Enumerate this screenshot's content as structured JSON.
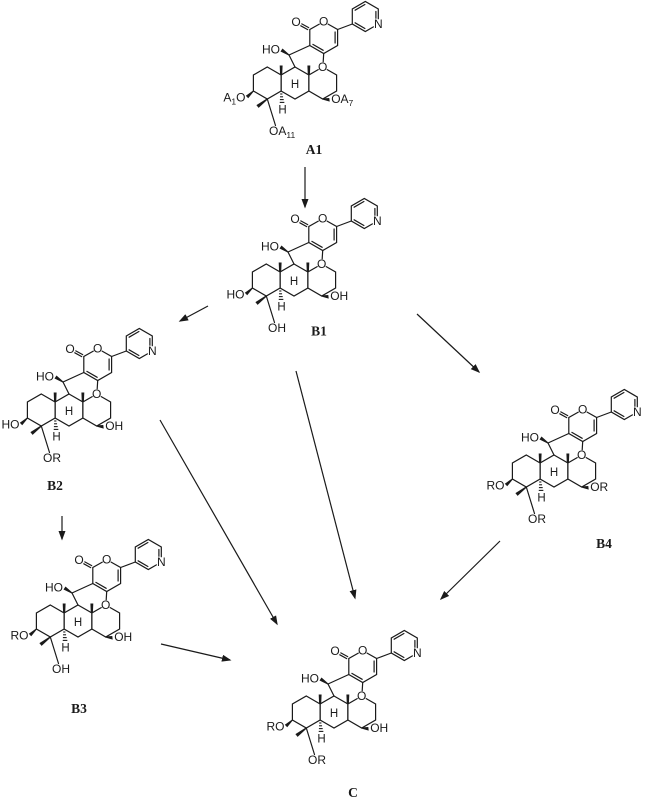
{
  "scheme": {
    "background": "#ffffff",
    "line_color": "#1a1a1a",
    "molecules": [
      {
        "id": "A1",
        "name": "A1",
        "substituents": {
          "top": "HO",
          "left": "A{1}O",
          "right": "OA{7}",
          "bottom": "OA{11}"
        }
      },
      {
        "id": "B1",
        "name": "B1",
        "substituents": {
          "top": "HO",
          "left": "HO",
          "right": "OH",
          "bottom": "OH"
        }
      },
      {
        "id": "B2",
        "name": "B2",
        "substituents": {
          "top": "HO",
          "left": "HO",
          "right": "OH",
          "bottom": "OR"
        }
      },
      {
        "id": "B3",
        "name": "B3",
        "substituents": {
          "top": "HO",
          "left": "RO",
          "right": "OH",
          "bottom": "OH"
        }
      },
      {
        "id": "B4",
        "name": "B4",
        "substituents": {
          "top": "HO",
          "left": "RO",
          "right": "OR",
          "bottom": "OR"
        }
      },
      {
        "id": "C",
        "name": "C",
        "substituents": {
          "top": "HO",
          "left": "RO",
          "right": "OH",
          "bottom": "OR"
        }
      }
    ],
    "atoms": {
      "pyranone_ring_oxygen": "O",
      "carbonyl_oxygen": "O",
      "pyran_oxygen": "O",
      "pyridine_nitrogen": "N",
      "ring_junction_h": "H",
      "c5_h": "H"
    },
    "arrows": [
      {
        "from": "A1",
        "to": "B1"
      },
      {
        "from": "B1",
        "to": "B2"
      },
      {
        "from": "B1",
        "to": "B4"
      },
      {
        "from": "B1",
        "to": "C"
      },
      {
        "from": "B2",
        "to": "B3"
      },
      {
        "from": "B2",
        "to": "C"
      },
      {
        "from": "B3",
        "to": "C"
      },
      {
        "from": "B4",
        "to": "C"
      }
    ]
  }
}
